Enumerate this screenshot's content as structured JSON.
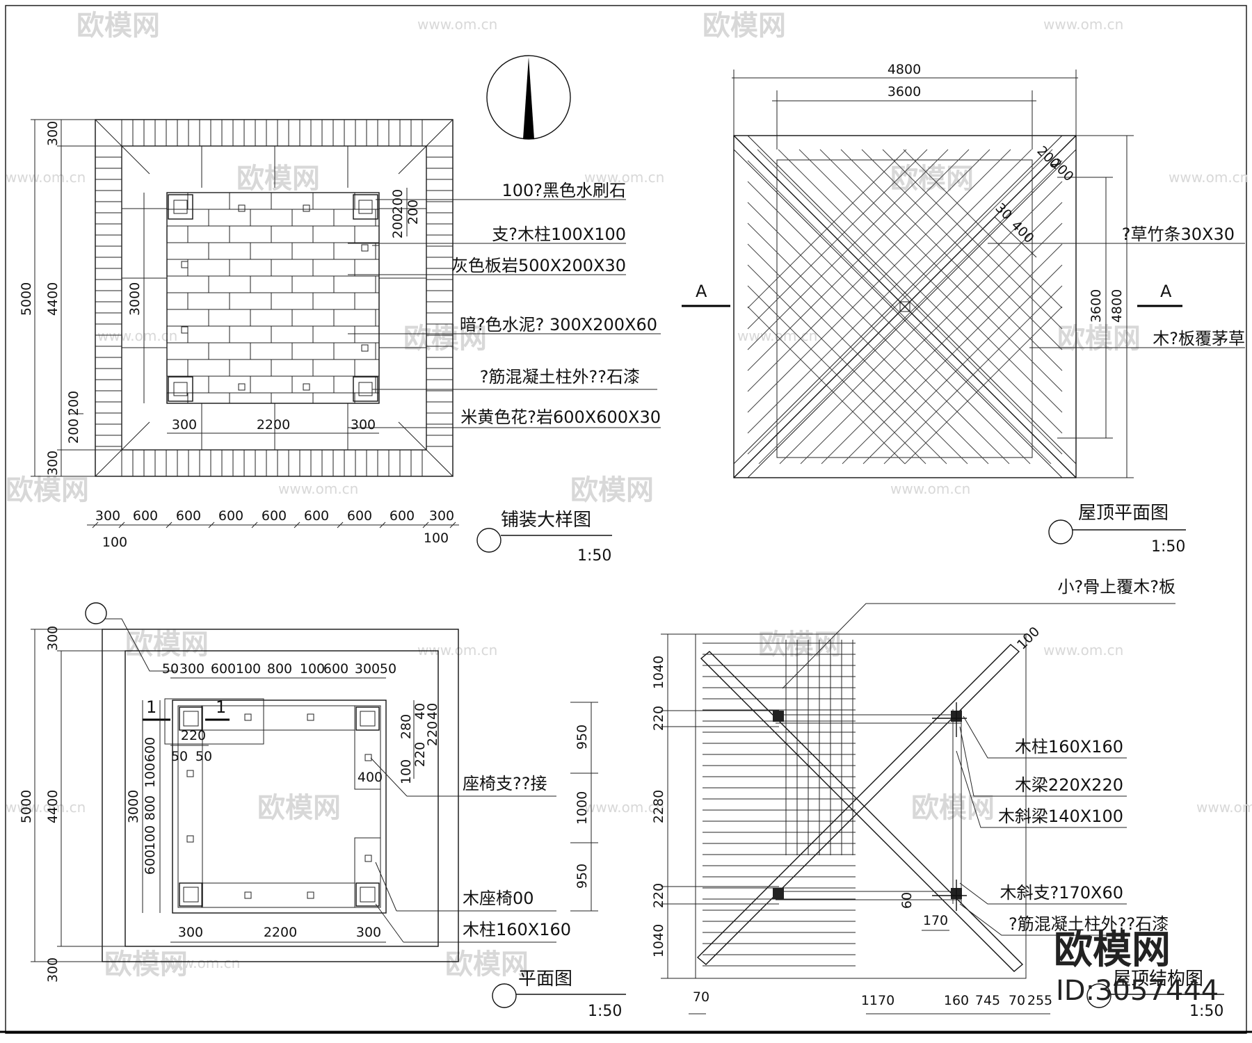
{
  "paving_plan": {
    "title": "铺装大样图",
    "scale": "1:50",
    "labels": [
      "100?黑色水刷石",
      "支?木柱100X100",
      "灰色板岩500X200X30",
      "暗?色水泥? 300X200X60",
      "?筋混凝土柱外??石漆",
      "米黄色花?岩600X600X30"
    ],
    "dims_left": [
      "5000",
      "4400",
      "300",
      "300",
      "200",
      "200",
      "3000"
    ],
    "dims_inner": [
      "200",
      "200",
      "200"
    ],
    "dims_bottom": [
      "300",
      "600",
      "600",
      "600",
      "600",
      "600",
      "600",
      "600",
      "300"
    ],
    "dims_small": [
      "100",
      "100"
    ],
    "dims_inner_bottom": [
      "300",
      "2200",
      "300"
    ]
  },
  "roof_plan": {
    "title": "屋顶平面图",
    "scale": "1:50",
    "dims_top": [
      "4800",
      "3600"
    ],
    "dims_right": [
      "3600",
      "4800"
    ],
    "dims_diag": [
      "200",
      "200",
      "30",
      "400"
    ],
    "section_mark": "A",
    "labels": [
      "?草竹条30X30",
      "木?板覆茅草"
    ]
  },
  "floor_plan": {
    "title": "平面图",
    "scale": "1:50",
    "section_mark": "1",
    "dims_top": [
      "50",
      "300",
      "600",
      "100",
      "800",
      "100",
      "600",
      "300",
      "50"
    ],
    "dims_left": [
      "5000",
      "4400",
      "3000",
      "300",
      "300"
    ],
    "dims_left_inner": [
      "600",
      "100",
      "800",
      "100",
      "600"
    ],
    "dims_right": [
      "950",
      "1000",
      "950"
    ],
    "dims_misc": [
      "220",
      "50",
      "50",
      "400",
      "280",
      "220",
      "40",
      "40",
      "100",
      "220"
    ],
    "dims_bottom": [
      "300",
      "2200",
      "300"
    ],
    "labels": [
      "座椅支??接",
      "木座椅00",
      "木柱160X160"
    ]
  },
  "roof_structure": {
    "title": "屋顶结构图",
    "scale": "1:50",
    "dims_left": [
      "1040",
      "220",
      "2280",
      "220",
      "1040"
    ],
    "dims_bottom": [
      "70",
      "1170",
      "160",
      "745",
      "70",
      "255"
    ],
    "dims_misc": [
      "100",
      "170",
      "60"
    ],
    "labels": [
      "小?骨上覆木?板",
      "木柱160X160",
      "木梁220X220",
      "木斜梁140X100",
      "木斜支?170X60",
      "?筋混凝土柱外??石漆"
    ]
  },
  "watermark": {
    "brand": "欧模网",
    "url": "www.om.cn"
  },
  "logo": {
    "brand": "欧模网",
    "id": "ID:3057444"
  }
}
